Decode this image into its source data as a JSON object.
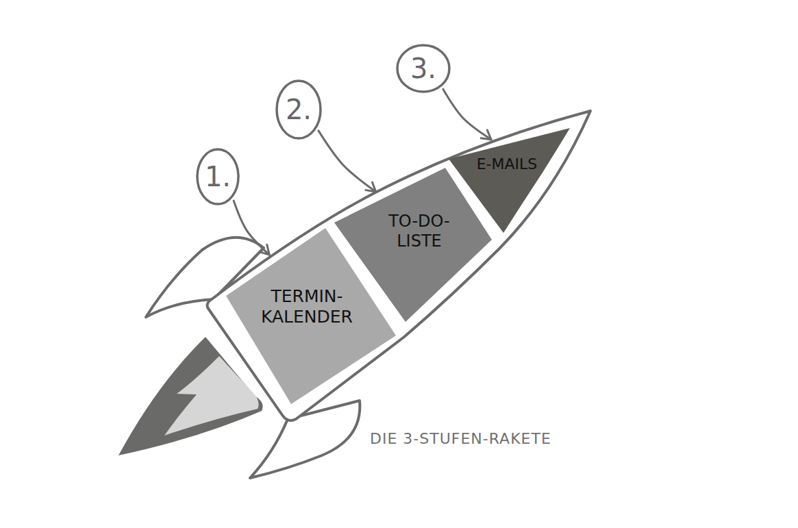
{
  "diagram": {
    "caption": "DIE 3-STUFEN-RAKETE",
    "nodes": [
      {
        "text": [
          "1."
        ]
      },
      {
        "text": [
          "TERMIN- KALENDER"
        ]
      },
      {
        "text": [
          "2."
        ]
      },
      {
        "text": [
          "TO-DO- LISTE"
        ]
      },
      {
        "text": [
          "3."
        ]
      },
      {
        "text": [
          "E-MAILS"
        ]
      }
    ],
    "edges": [
      {
        "from": 0,
        "to": 1,
        "arrow": "to"
      },
      {
        "from": 2,
        "to": 3,
        "arrow": "to"
      },
      {
        "from": 4,
        "to": 5,
        "arrow": "to"
      }
    ]
  }
}
